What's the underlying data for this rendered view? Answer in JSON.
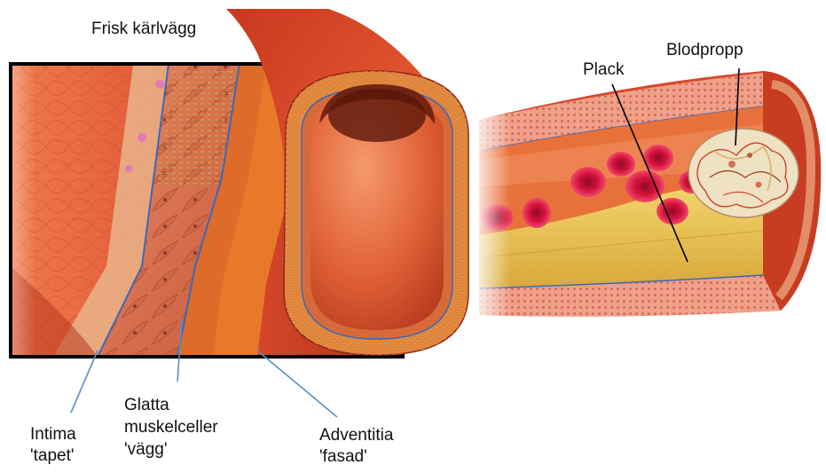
{
  "labels": {
    "healthy_wall": "Frisk kärlvägg",
    "plaque": "Plack",
    "clot": "Blodpropp",
    "intima": "Intima",
    "intima_sub": "'tapet'",
    "smooth_muscle_1": "Glatta",
    "smooth_muscle_2": "muskelceller",
    "smooth_muscle_sub": "'vägg'",
    "adventitia": "Adventitia",
    "adventitia_sub": "'fasad'"
  },
  "colors": {
    "vessel_red": "#d9482a",
    "vessel_dark": "#8e2416",
    "intima_tan": "#e9b48a",
    "muscle_pink": "#e07c5e",
    "adventitia_orange": "#e8782a",
    "plaque_yellow": "#e9c44a",
    "blood_cell": "#d4123c",
    "clot_cream": "#efe2c2",
    "leader_line_blue": "#5b8fc8",
    "leader_line_black": "#000000"
  }
}
